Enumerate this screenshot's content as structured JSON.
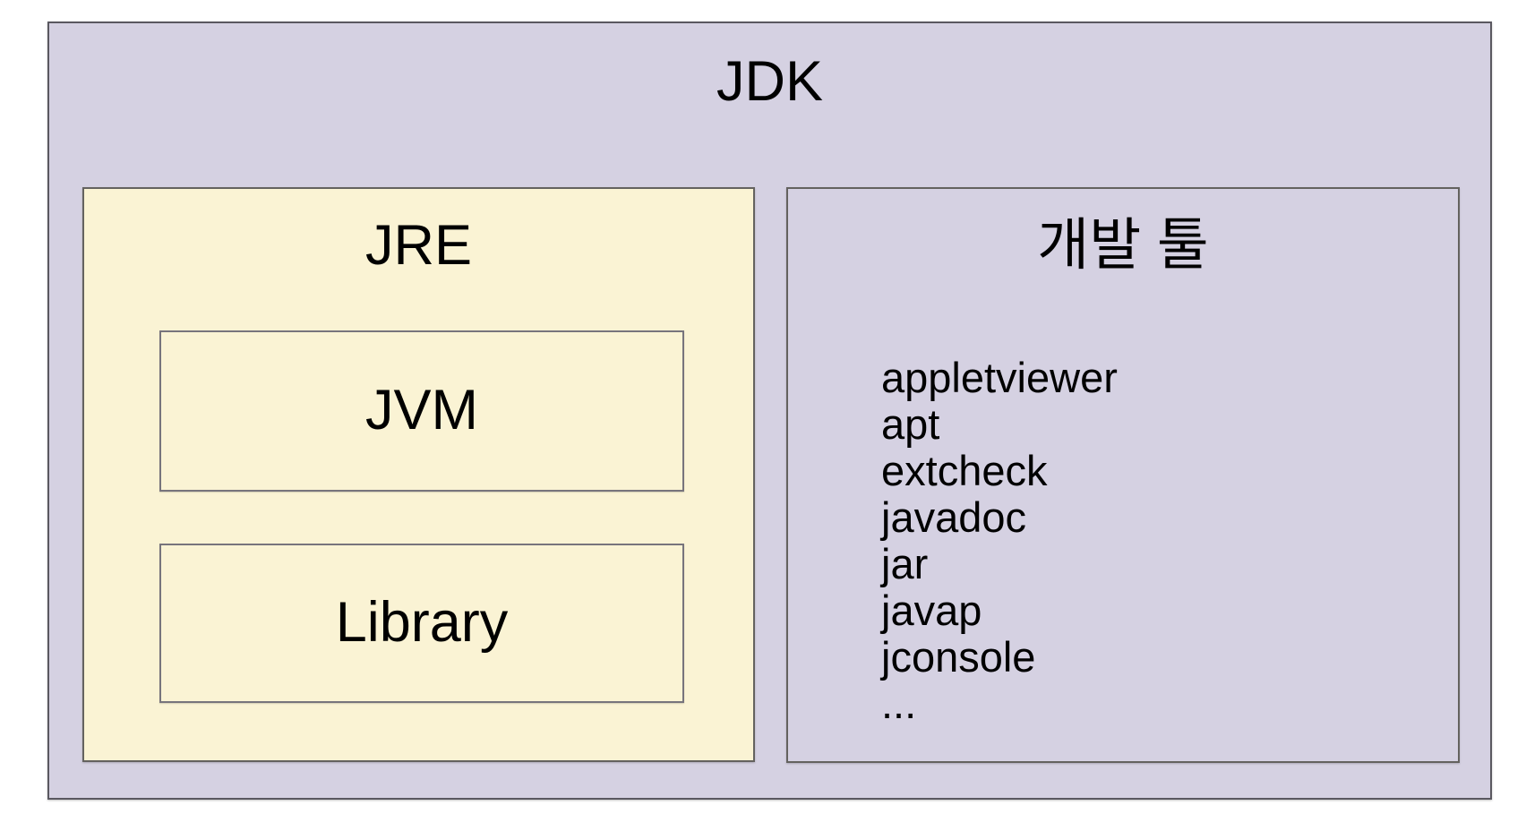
{
  "diagram": {
    "title": "JDK",
    "jre": {
      "title": "JRE",
      "children": [
        {
          "label": "JVM"
        },
        {
          "label": "Library"
        }
      ]
    },
    "dev_tools": {
      "title": "개발 툴",
      "items": [
        "appletviewer",
        "apt",
        "extcheck",
        "javadoc",
        "jar",
        "javap",
        "jconsole",
        "..."
      ]
    },
    "colors": {
      "page_bg": "#ffffff",
      "lavender_bg": "#d5d1e2",
      "cream_bg": "#faf3d4",
      "outer_border": "#5a5860",
      "inner_border": "#77747c",
      "text": "#000000"
    }
  }
}
